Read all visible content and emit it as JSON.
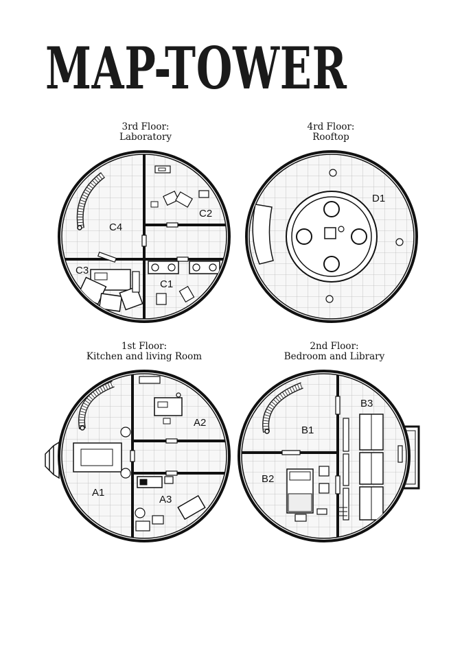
{
  "title": "MAP-TOWER",
  "floors": {
    "third": {
      "name": "3rd Floor:",
      "subtitle": "Laboratory",
      "rooms": [
        "C1",
        "C2",
        "C3",
        "C4"
      ]
    },
    "fourth": {
      "name": "4rd Floor:",
      "subtitle": "Rooftop",
      "rooms": [
        "D1"
      ]
    },
    "first": {
      "name": "1st Floor:",
      "subtitle": "Kitchen and living Room",
      "rooms": [
        "A1",
        "A2",
        "A3"
      ]
    },
    "second": {
      "name": "2nd Floor:",
      "subtitle": "Bedroom and Library",
      "rooms": [
        "B1",
        "B2",
        "B3"
      ]
    }
  },
  "colors": {
    "ink": "#1a1a1a",
    "grid": "#b9b9b9",
    "floor": "#f7f7f7"
  }
}
